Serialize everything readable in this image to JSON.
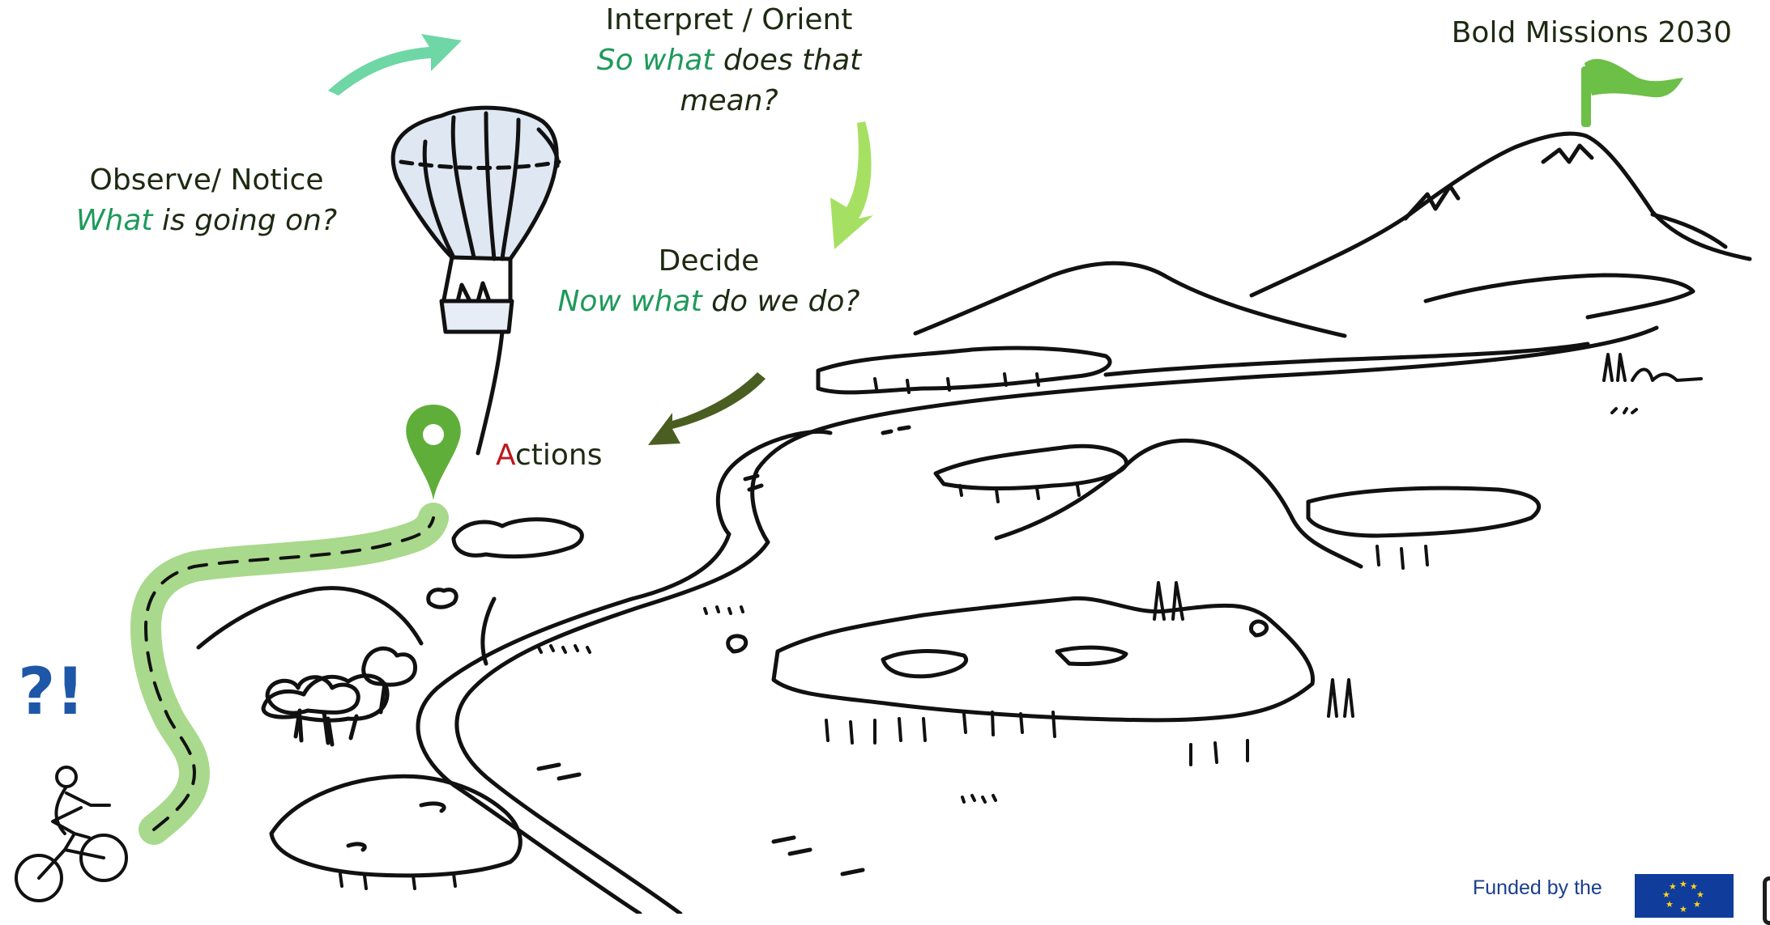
{
  "labels": {
    "observe": {
      "title": "Observe/ Notice",
      "question_em": "What",
      "question_rest": " is going on?"
    },
    "interpret": {
      "title": "Interpret / Orient",
      "question_em": "So what",
      "question_rest": " does that",
      "question_line2": "mean?"
    },
    "decide": {
      "title": "Decide",
      "question_em": "Now what",
      "question_rest": " do we do?"
    },
    "actions": {
      "first_letter": "A",
      "rest": "ctions"
    },
    "goal": "Bold Missions 2030",
    "exclaim": "?!"
  },
  "footer": {
    "funded_text": "Funded by the"
  },
  "colors": {
    "ink": "#111111",
    "green_text": "#1e9a5a",
    "path_green": "#a9d98c",
    "pin_green": "#5fae3a",
    "flag_green": "#6cbf47",
    "arrow_teal": "#6fd6a6",
    "arrow_lime": "#a6e063",
    "arrow_olive": "#4b5e22",
    "balloon_fill": "#dfe7f2",
    "question_blue": "#1f57a8",
    "actions_red": "#c0161b",
    "eu_blue": "#103d9c",
    "eu_star": "#ffd617"
  },
  "icons": [
    "hot-air-balloon-icon",
    "location-pin-icon",
    "summit-flag-icon",
    "cyclist-icon",
    "eu-flag-icon"
  ]
}
